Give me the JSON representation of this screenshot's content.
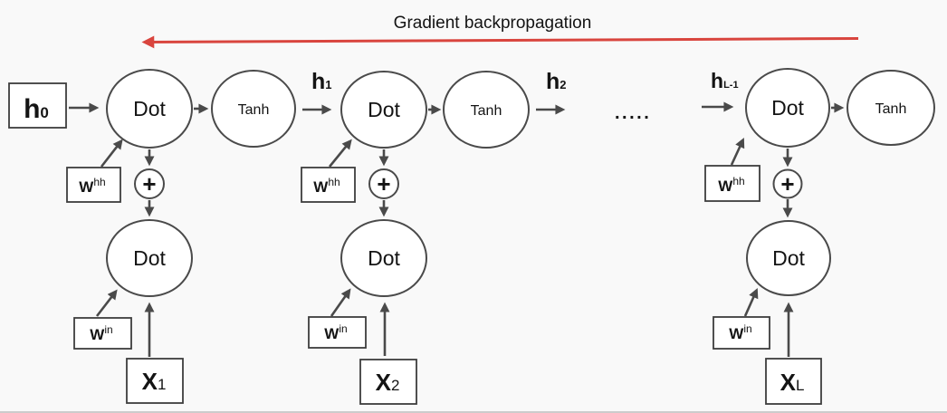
{
  "title": "Gradient backpropagation",
  "ellipsis": ".....",
  "colors": {
    "background": "#f9f9f9",
    "line": "#4a4a4a",
    "red": "#d9453e",
    "node_fill": "#ffffff",
    "bottom_border": "#bdbdbd"
  },
  "hidden_labels": {
    "h0": {
      "base": "h",
      "sub": "0"
    },
    "h1": {
      "base": "h",
      "sub": "1"
    },
    "h2": {
      "base": "h",
      "sub": "2"
    },
    "hL1": {
      "base": "h",
      "sub": "L-1"
    }
  },
  "units": [
    {
      "dot_top": "Dot",
      "tanh": "Tanh",
      "plus": "+",
      "dot_bottom": "Dot",
      "weight_hh": {
        "base": "W",
        "sup": "hh"
      },
      "weight_in": {
        "base": "W",
        "sup": "in"
      },
      "input": {
        "base": "X",
        "sub": "1"
      }
    },
    {
      "dot_top": "Dot",
      "tanh": "Tanh",
      "plus": "+",
      "dot_bottom": "Dot",
      "weight_hh": {
        "base": "W",
        "sup": "hh"
      },
      "weight_in": {
        "base": "W",
        "sup": "in"
      },
      "input": {
        "base": "X",
        "sub": "2"
      }
    },
    {
      "dot_top": "Dot",
      "tanh": "Tanh",
      "plus": "+",
      "dot_bottom": "Dot",
      "weight_hh": {
        "base": "W",
        "sup": "hh"
      },
      "weight_in": {
        "base": "W",
        "sup": "in"
      },
      "input": {
        "base": "X",
        "sub": "L"
      }
    }
  ]
}
